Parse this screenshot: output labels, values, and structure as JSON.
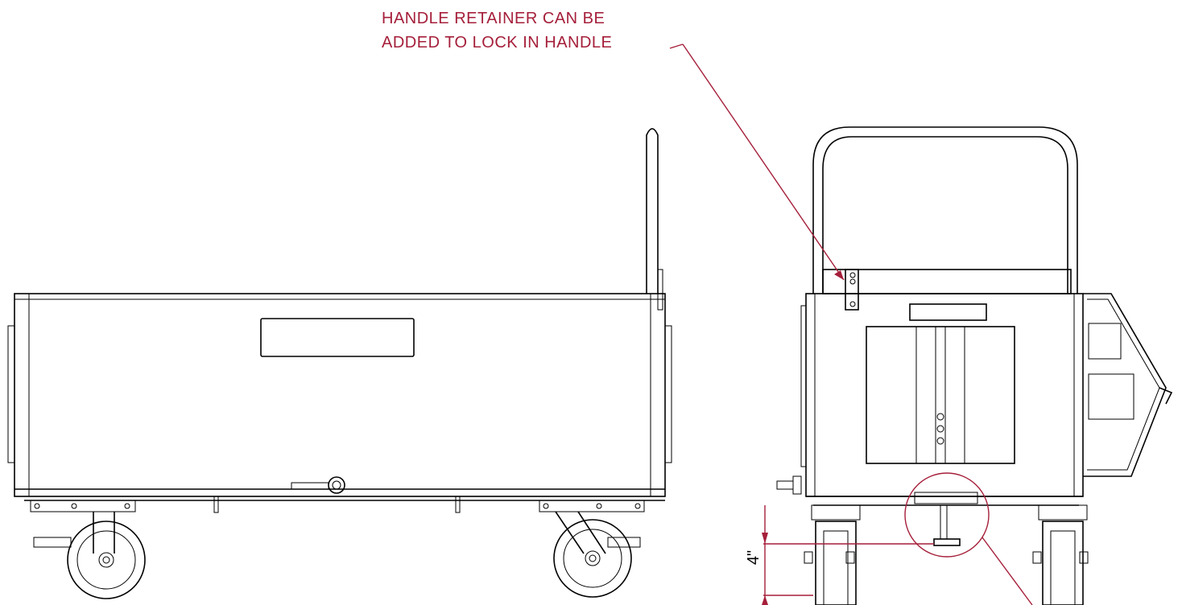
{
  "annotation": {
    "line1": "HANDLE RETAINER CAN BE",
    "line2": "ADDED TO LOCK IN HANDLE"
  },
  "dimension": {
    "label": "4\""
  },
  "colors": {
    "annotation": "#a51f3a",
    "linework": "#000000",
    "background": "#ffffff"
  }
}
